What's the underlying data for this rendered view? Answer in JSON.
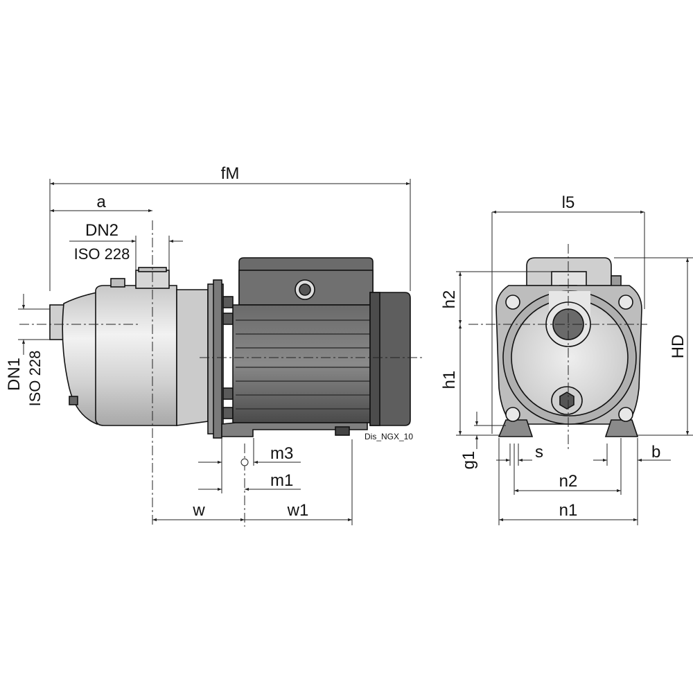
{
  "labels": {
    "fM": "fM",
    "a": "a",
    "DN2": "DN2",
    "ISO228_top": "ISO 228",
    "DN1": "DN1",
    "ISO228_left": "ISO 228",
    "m3": "m3",
    "m1": "m1",
    "w": "w",
    "w1": "w1",
    "drawing_ref": "Dis_NGX_10",
    "l5": "l5",
    "h2": "h2",
    "HD": "HD",
    "h1": "h1",
    "g1": "g1",
    "s": "s",
    "b": "b",
    "n2": "n2",
    "n1": "n1"
  },
  "colors": {
    "line": "#222222",
    "pump_body": "#dcdcdc",
    "motor_dark": "#555555",
    "motor_mid": "#777777",
    "foot": "#8a8a8a"
  },
  "icons": [
    "arrow-head-icon"
  ]
}
